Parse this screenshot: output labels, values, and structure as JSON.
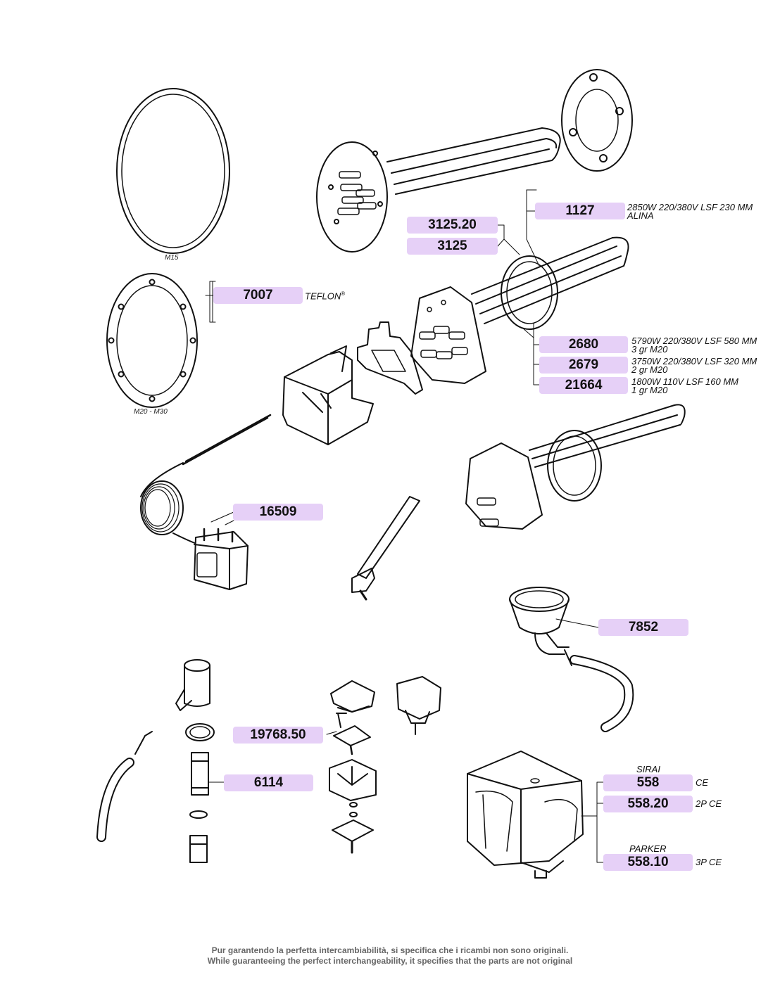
{
  "captions": {
    "ring_small": "M15",
    "ring_large": "M20 - M30"
  },
  "parts": {
    "p3125_20": "3125.20",
    "p3125": "3125",
    "p1127": "1127",
    "p7007": "7007",
    "p2680": "2680",
    "p2679": "2679",
    "p21664": "21664",
    "p16509": "16509",
    "p7852": "7852",
    "p19768_50": "19768.50",
    "p6114": "6114",
    "p558": "558",
    "p558_20": "558.20",
    "p558_10": "558.10"
  },
  "notes": {
    "n1127_a": "2850W 220/380V   LSF 230 MM",
    "n1127_b": "ALINA",
    "teflon": "TEFLON",
    "teflon_mark": "®",
    "n2680_a": "5790W 220/380V   LSF 580 MM",
    "n2680_b": "3 gr   M20",
    "n2679_a": "3750W 220/380V   LSF 320 MM",
    "n2679_b": "2 gr   M20",
    "n21664_a": "1800W 110V           LSF 160 MM",
    "n21664_b": "1 gr   M20",
    "sirai": "SIRAI",
    "parker": "PARKER",
    "n558": "CE",
    "n558_20": "2P CE",
    "n558_10": "3P CE"
  },
  "footer": {
    "line1": "Pur garantendo la perfetta intercambiabilità, si specifica che i ricambi non sono originali.",
    "line2": "While guaranteeing the perfect interchangeability, it specifies that the parts are not original"
  },
  "colors": {
    "tag_fill": "#e6d0f7",
    "line": "#111111",
    "footer_text": "#666666"
  }
}
